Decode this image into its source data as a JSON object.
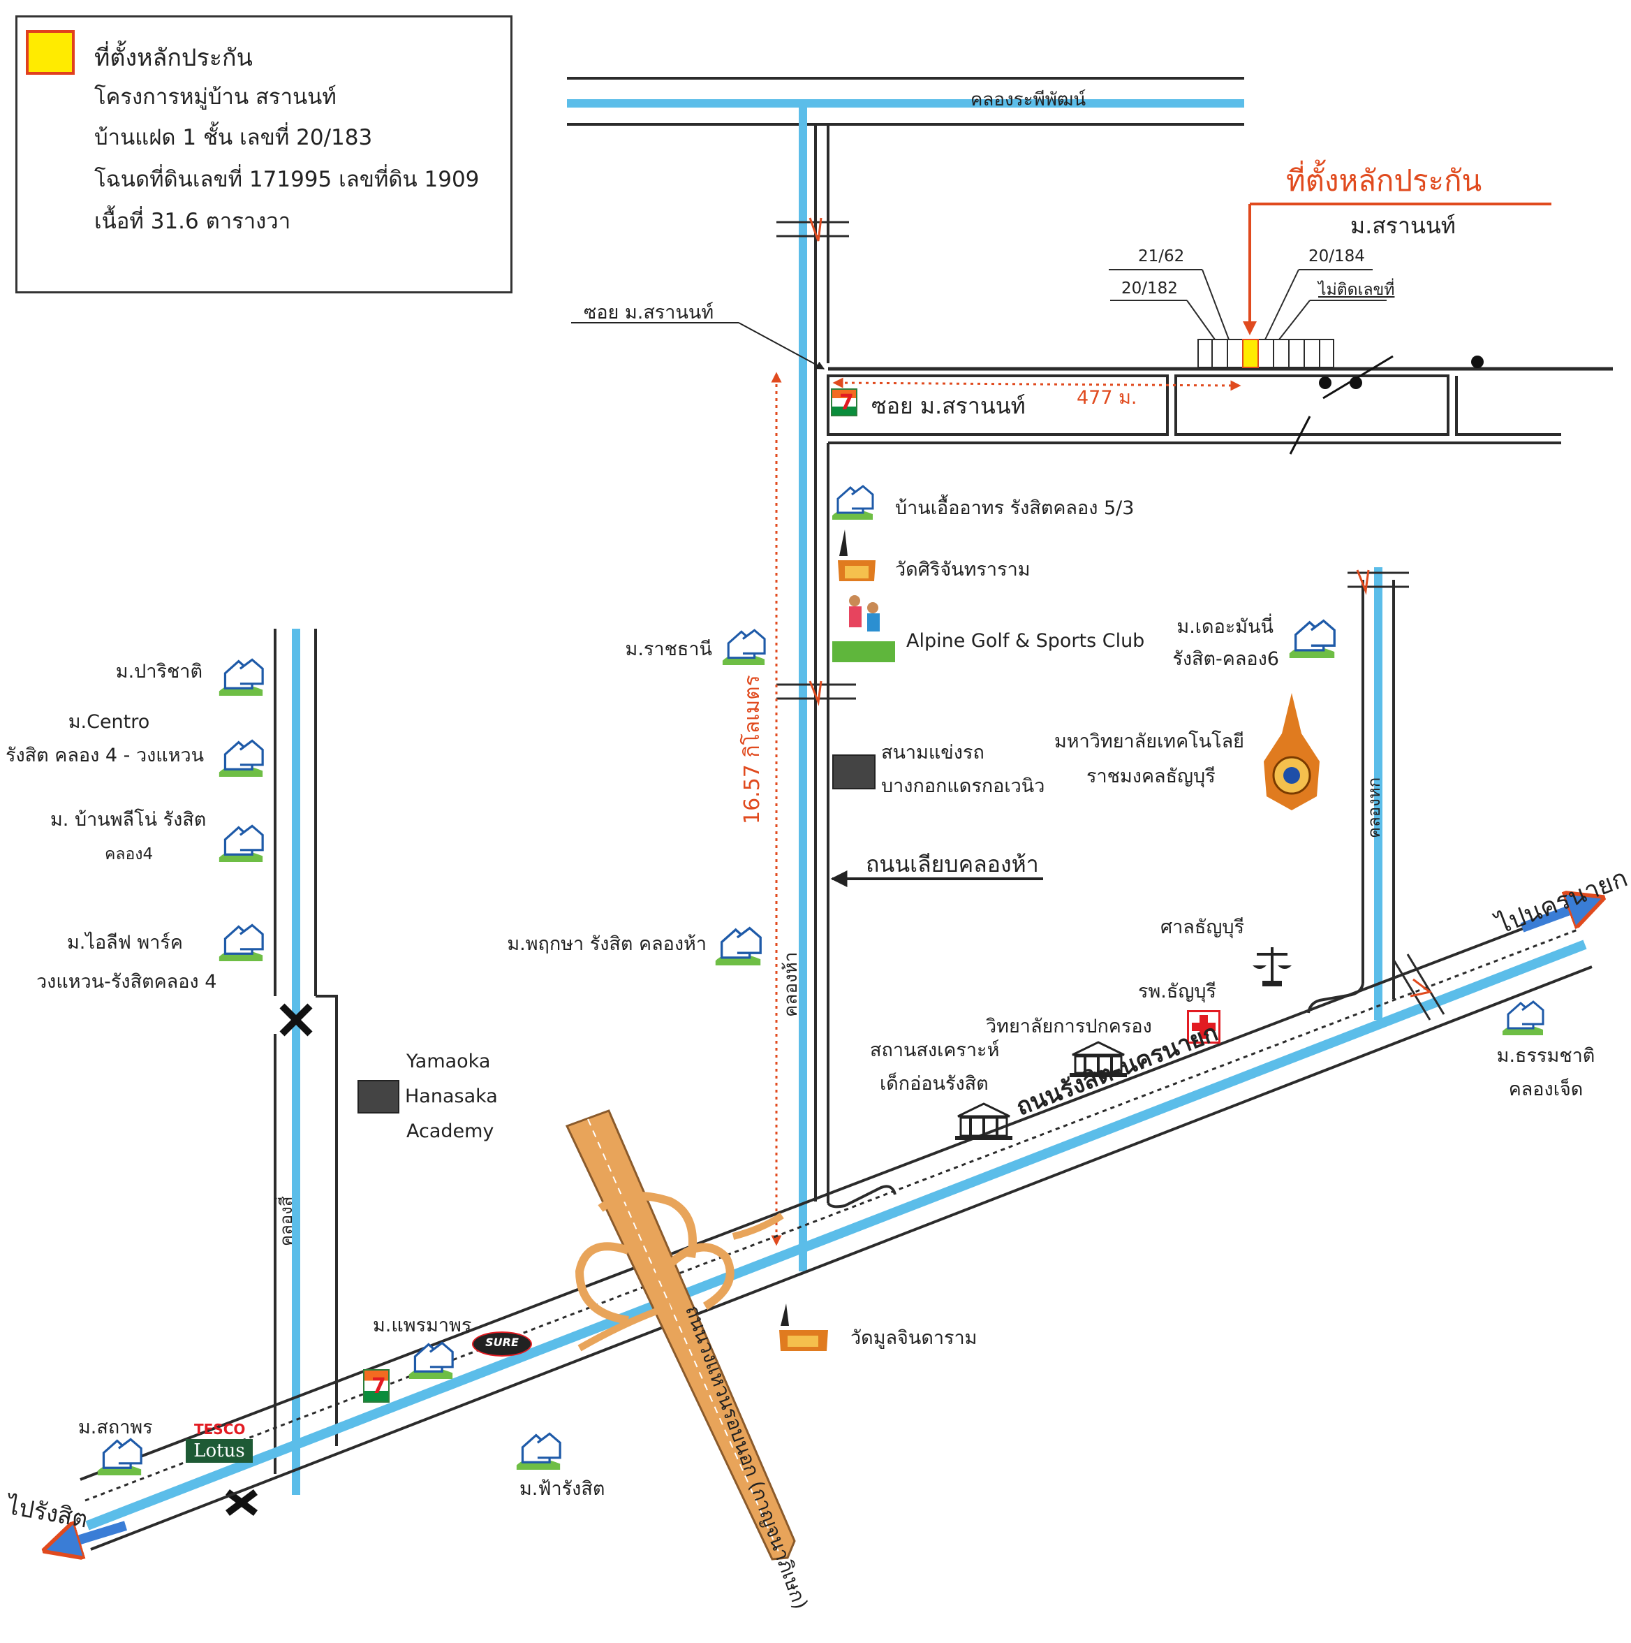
{
  "legend": {
    "title": "ที่ตั้งหลักประกัน",
    "lines": [
      "โครงการหมู่บ้าน สรานนท์",
      "บ้านแฝด 1 ชั้น เลขที่ 20/183",
      "โฉนดที่ดินเลขที่ 171995 เลขที่ดิน 1909",
      "เนื้อที่ 31.6 ตารางวา"
    ],
    "swatch_color": "#ffeb00",
    "border_color": "#e0401e"
  },
  "colors": {
    "canal": "#5bbde9",
    "road": "#2b2b2b",
    "highway": "#e8a45a",
    "accent": "#e04a1e",
    "building": "#444444"
  },
  "collateral": {
    "title": "ที่ตั้งหลักประกัน",
    "project": "ม.สรานนท์",
    "plots": [
      "21/62",
      "20/182",
      "20/184",
      "ไม่ติดเลขที่"
    ]
  },
  "roads": {
    "khlong_top": "คลองระพีพัฒน์",
    "soi_arrow": "ซอย ม.สรานนท์",
    "soi_box": "ซอย ม.สรานนท์",
    "distance_soi": "477 ม.",
    "distance_main": "16.57 กิโลเมตร",
    "liap_khlong_ha": "ถนนเลียบคลองห้า",
    "khlong_ha": "คลองห้า",
    "khlong_hok": "คลองหก",
    "khlong_si": "คลองสี่",
    "rangsit_nakhonnayok": "ถนนรังสิต-นครนายก",
    "outer_ring": "ถนนวงแหวนรอบนอก (กาญจนาภิเษก)",
    "to_nakhonnayok": "ไปนครนายก",
    "to_rangsit": "ไปรังสิต"
  },
  "places": {
    "ban_uea": "บ้านเอื้ออาทร รังสิตคลอง 5/3",
    "wat_siri": "วัดศิริจันทราราม",
    "alpine": "Alpine Golf & Sports Club",
    "ratchathani": "ม.ราชธานี",
    "the_money": "ม.เดอะมันนี่",
    "the_money_2": "รังสิต-คลอง6",
    "racetrack_1": "สนามแข่งรถ",
    "racetrack_2": "บางกอกแดรกอเวนิว",
    "rmutt_1": "มหาวิทยาลัยเทคโนโลยี",
    "rmutt_2": "ราชมงคลธัญบุรี",
    "pruksa": "ม.พฤกษา รังสิต คลองห้า",
    "court": "ศาลธัญบุรี",
    "hospital": "รพ.ธัญบุรี",
    "college": "วิทยาลัยการปกครอง",
    "shelter_1": "สถานสงเคราะห์",
    "shelter_2": "เด็กอ่อนรังสิต",
    "thammachat_1": "ม.ธรรมชาติ",
    "thammachat_2": "คลองเจ็ด",
    "parichat": "ม.ปาริชาติ",
    "centro_1": "ม.Centro",
    "centro_2": "รังสิต คลอง 4 - วงแหวน",
    "palino_1": "ม. บ้านพลีโน่ รังสิต",
    "palino_2": "คลอง4",
    "ilife_1": "ม.ไอลีฟ พาร์ค",
    "ilife_2": "วงแหวน-รังสิตคลอง 4",
    "yamaoka_1": "Yamaoka",
    "yamaoka_2": "Hanasaka",
    "yamaoka_3": "Academy",
    "phraemaphon": "ม.แพรมาพร",
    "wat_mun": "วัดมูลจินดาราม",
    "sathaphon": "ม.สถาพร",
    "farangsit": "ม.ฟ้ารังสิต",
    "tesco_1": "TESCO",
    "tesco_2": "Lotus",
    "sure": "SURE",
    "seven": "7"
  }
}
